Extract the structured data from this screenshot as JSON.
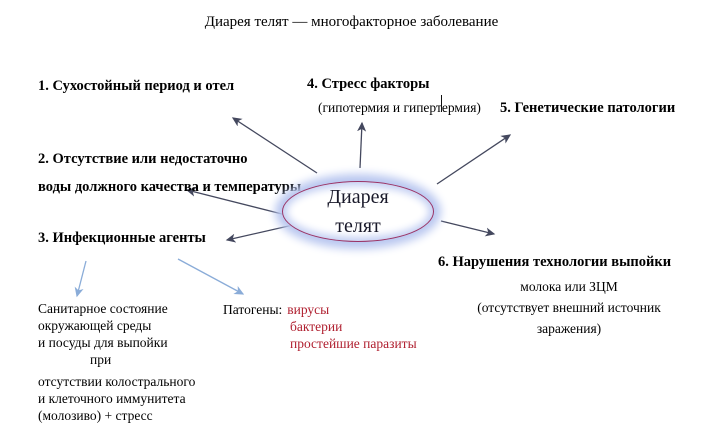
{
  "title": "Диарея телят — многофакторное заболевание",
  "center": {
    "line1": "Диарея",
    "line2": "телят"
  },
  "factors": {
    "f1": {
      "label": "1. Сухостойный период и отел"
    },
    "f2": {
      "line1": "2. Отсутствие или недостаточно",
      "line2": "воды должного качества и температуры"
    },
    "f3": {
      "label": "3. Инфекционные агенты"
    },
    "f4": {
      "label": "4. Стресс факторы",
      "note": "(гипотермия и гипертермия)"
    },
    "f5": {
      "label": "5. Генетические патологии"
    },
    "f6": {
      "line1": "6. Нарушения технологии выпойки",
      "line2": "молока или ЗЦМ",
      "note1": "(отсутствует внешний источник",
      "note2": "заражения)"
    }
  },
  "sanitary": {
    "line1": "Санитарное состояние",
    "line2": "окружающей среды",
    "line3": "и посуды для выпойки",
    "line4": "при"
  },
  "immunity": {
    "line1": "отсутствии колострального",
    "line2": "и клеточного иммунитета",
    "line3": "(молозиво) + стресс"
  },
  "pathogens": {
    "label": "Патогены:",
    "item1": "вирусы",
    "item2": "бактерии",
    "item3": "простейшие паразиты"
  },
  "colors": {
    "ellipse_outline": "#993366",
    "ellipse_glow": "#b9c7f0",
    "arrow_dark": "#44485e",
    "arrow_light_blue": "#8aacd8",
    "pathogen_red": "#b02030"
  }
}
